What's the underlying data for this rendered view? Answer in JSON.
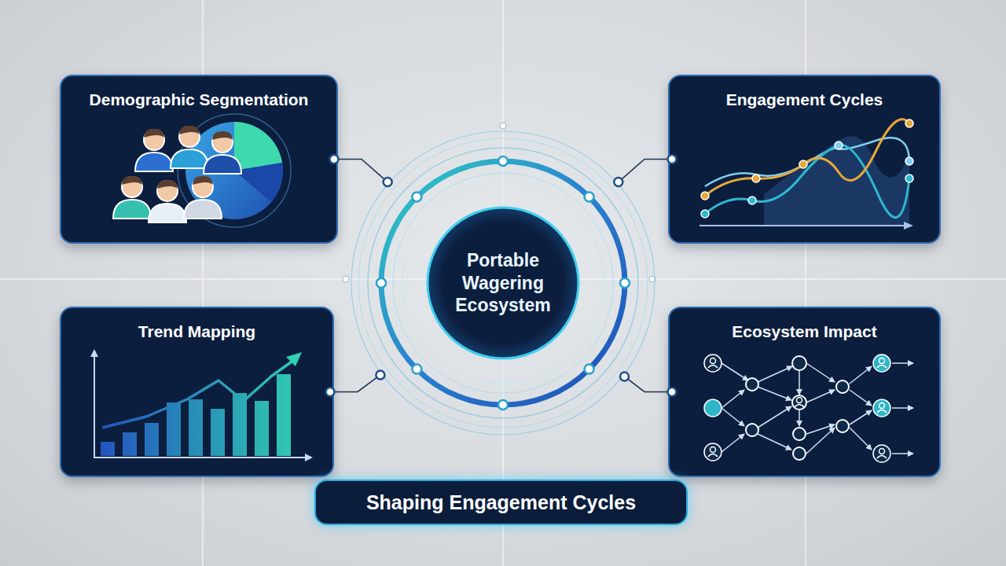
{
  "diagram": {
    "nodes": [
      {
        "text": [
          "Demographic Segmentation"
        ]
      },
      {
        "text": [
          "Engagement Cycles"
        ]
      },
      {
        "text": [
          "Portable Wagering Ecosystem"
        ]
      },
      {
        "text": [
          "Trend Mapping"
        ]
      },
      {
        "text": [
          "Ecosystem Impact"
        ]
      },
      {
        "text": [
          "Shaping Engagement Cycles"
        ]
      }
    ],
    "edges": [
      {
        "from": 0,
        "to": 2,
        "arrow": "none"
      },
      {
        "from": 1,
        "to": 2,
        "arrow": "none"
      },
      {
        "from": 3,
        "to": 2,
        "arrow": "none"
      },
      {
        "from": 4,
        "to": 2,
        "arrow": "none"
      }
    ]
  }
}
